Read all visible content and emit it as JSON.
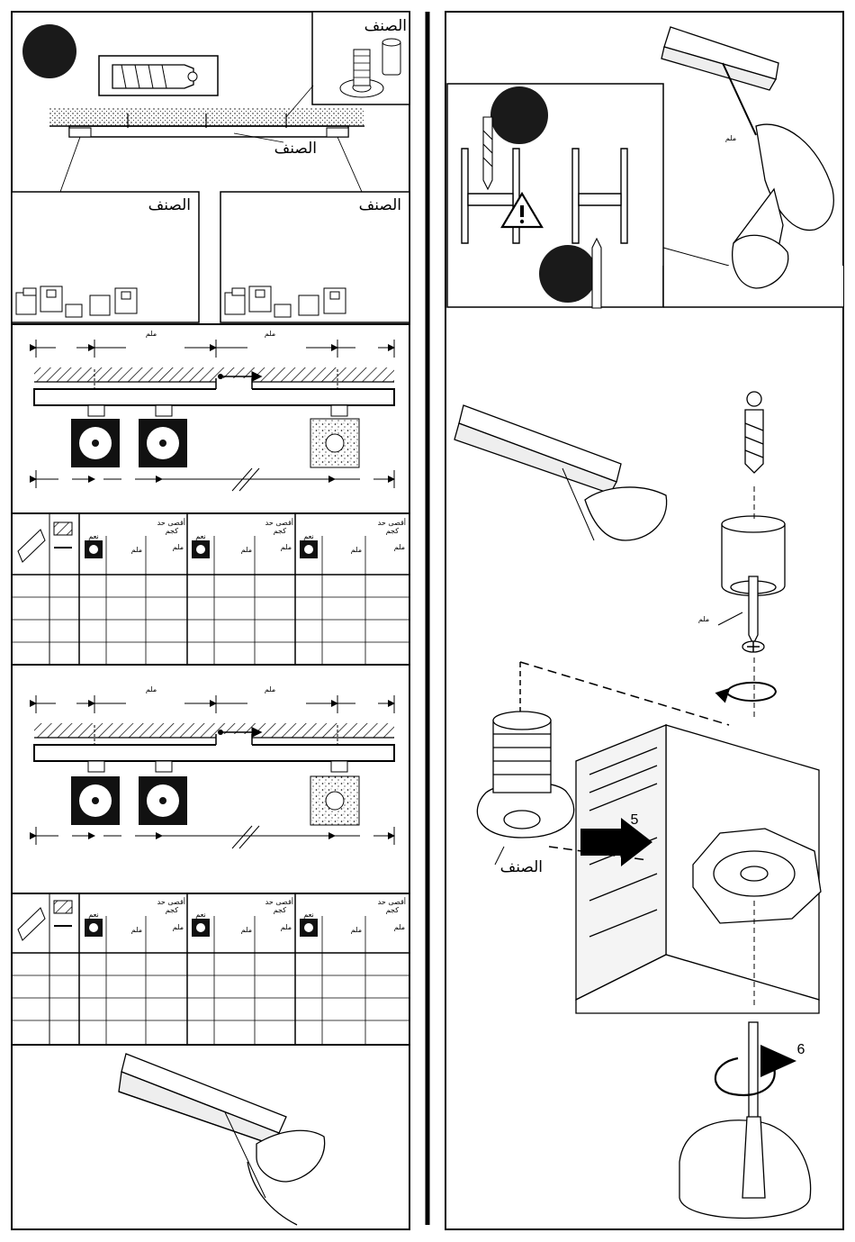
{
  "labels": {
    "item": "الصنف",
    "mm": "ملم",
    "yes": "نعم",
    "max_kg_line1": "أقصى حد",
    "max_kg_line2": "كجم"
  },
  "steps": {
    "step5": "5",
    "step6": "6"
  },
  "tables": [
    {
      "rows": 4,
      "cols": 13
    },
    {
      "rows": 4,
      "cols": 13
    }
  ]
}
